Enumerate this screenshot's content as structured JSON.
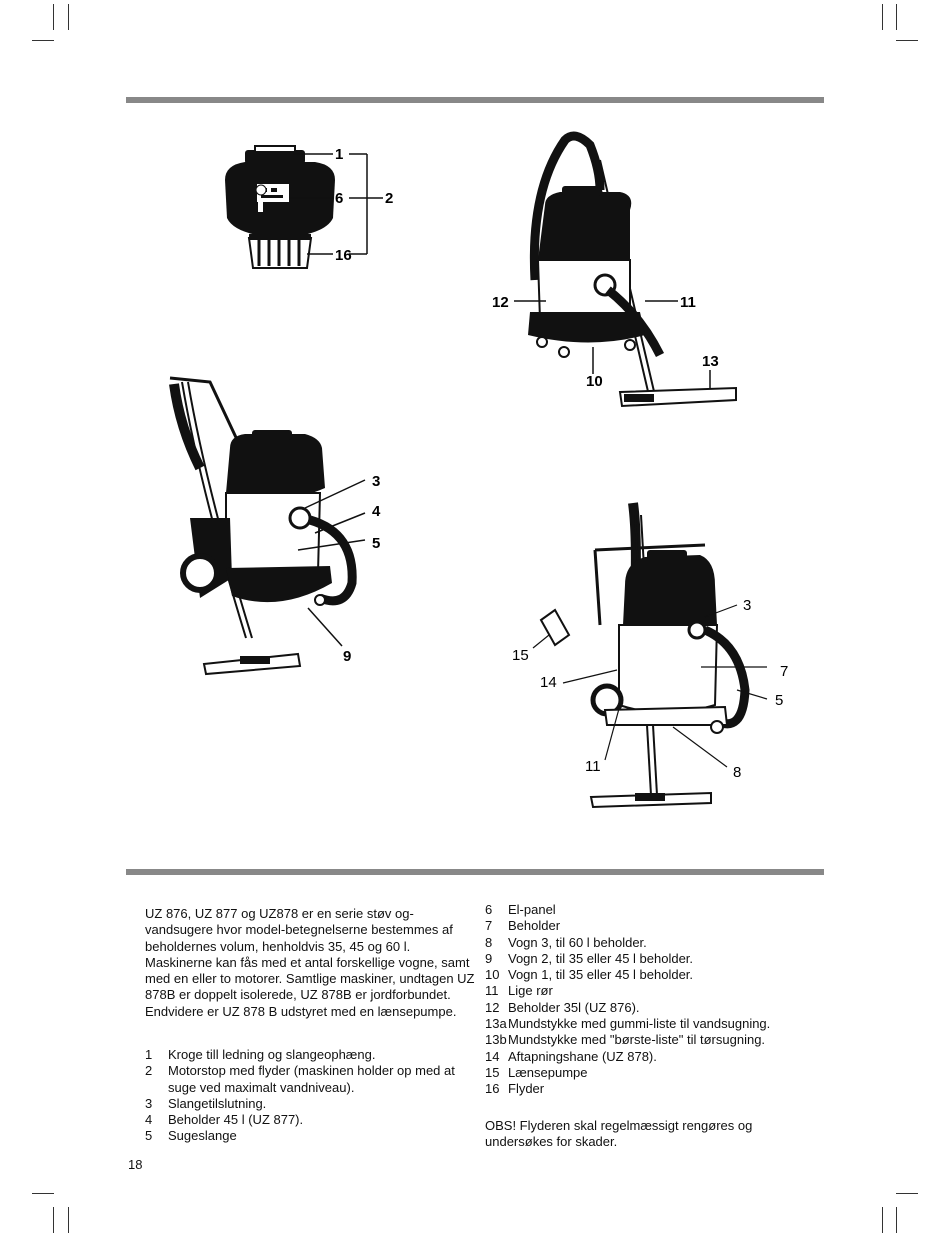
{
  "figures": {
    "fig1_labels": [
      "1",
      "6",
      "2",
      "16"
    ],
    "fig2_labels": [
      "12",
      "11",
      "10",
      "13"
    ],
    "fig3_labels": [
      "3",
      "4",
      "5",
      "9"
    ],
    "fig4_labels": [
      "3",
      "15",
      "14",
      "7",
      "5",
      "11",
      "8"
    ]
  },
  "intro_text": "UZ 876, UZ 877 og UZ878 er en serie støv og-vandsugere hvor model-betegnelserne bestemmes af beholdernes volum, henholdvis 35, 45 og 60 l. Maskinerne kan fås med et antal forskellige vogne, samt med en eller to motorer. Samtlige maskiner, undtagen UZ 878B er doppelt isolerede, UZ 878B er jordforbundet. Endvidere er UZ 878 B udstyret med en lænsepumpe.",
  "parts_left": [
    {
      "num": "1",
      "text": "Kroge till ledning og slangeophæng."
    },
    {
      "num": "2",
      "text": "Motorstop med flyder (maskinen holder op med at suge ved  maximalt vandniveau)."
    },
    {
      "num": "3",
      "text": "Slangetilslutning."
    },
    {
      "num": "4",
      "text": "Beholder 45 l (UZ 877)."
    },
    {
      "num": "5",
      "text": "Sugeslange"
    }
  ],
  "parts_right": [
    {
      "num": "6",
      "text": "El-panel"
    },
    {
      "num": "7",
      "text": "Beholder"
    },
    {
      "num": "8",
      "text": "Vogn 3, til 60 l beholder."
    },
    {
      "num": "9",
      "text": "Vogn 2, til 35 eller 45 l beholder."
    },
    {
      "num": "10",
      "text": "Vogn 1, til 35 eller 45 l beholder."
    },
    {
      "num": "11",
      "text": "Lige rør"
    },
    {
      "num": "12",
      "text": "Beholder 35l (UZ 876)."
    },
    {
      "num": "13a",
      "text": "Mundstykke med gummi-liste til vandsugning."
    },
    {
      "num": "13b",
      "text": "Mundstykke med \"børste-liste\" til tørsugning."
    },
    {
      "num": "14",
      "text": "Aftapningshane (UZ 878)."
    },
    {
      "num": "15",
      "text": "Lænsepumpe"
    },
    {
      "num": "16",
      "text": "Flyder"
    }
  ],
  "obs_text": "OBS! Flyderen skal regelmæssigt rengøres og undersøkes for skader.",
  "page_number": "18"
}
